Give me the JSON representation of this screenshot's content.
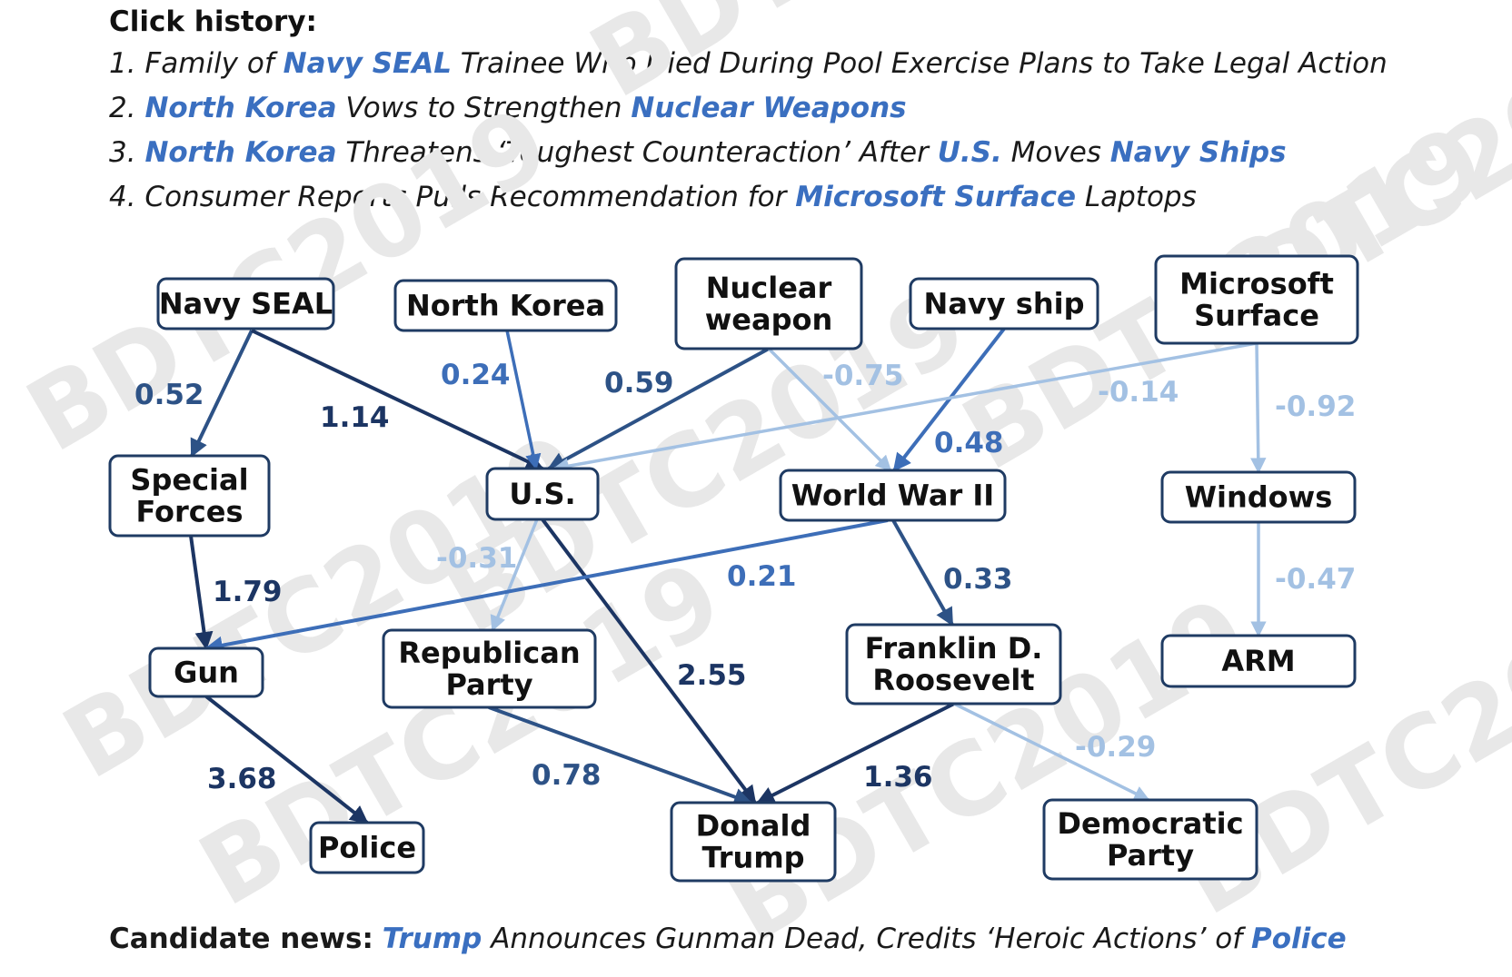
{
  "click_history": {
    "title": "Click history:",
    "items": [
      [
        {
          "t": "1. Family of ",
          "e": false
        },
        {
          "t": "Navy SEAL",
          "e": true
        },
        {
          "t": " Trainee Who Died During Pool Exercise Plans to Take Legal Action",
          "e": false
        }
      ],
      [
        {
          "t": "2. ",
          "e": false
        },
        {
          "t": "North Korea",
          "e": true
        },
        {
          "t": " Vows to Strengthen ",
          "e": false
        },
        {
          "t": "Nuclear Weapons",
          "e": true
        }
      ],
      [
        {
          "t": "3. ",
          "e": false
        },
        {
          "t": "North Korea",
          "e": true
        },
        {
          "t": " Threatens ‘Toughest Counteraction’ After ",
          "e": false
        },
        {
          "t": "U.S.",
          "e": true
        },
        {
          "t": " Moves ",
          "e": false
        },
        {
          "t": "Navy Ships",
          "e": true
        }
      ],
      [
        {
          "t": "4. Consumer Reports Pulls Recommendation for ",
          "e": false
        },
        {
          "t": "Microsoft Surface",
          "e": true
        },
        {
          "t": " Laptops",
          "e": false
        }
      ]
    ]
  },
  "candidate_news": {
    "label": "Candidate news:",
    "parts": [
      {
        "t": " ",
        "e": false
      },
      {
        "t": "Trump",
        "e": true
      },
      {
        "t": " Announces Gunman Dead, Credits ‘Heroic Actions’ of ",
        "e": false
      },
      {
        "t": "Police",
        "e": true
      }
    ]
  },
  "graph": {
    "nodes": [
      {
        "id": "navy-seal",
        "lines": [
          "Navy SEAL"
        ]
      },
      {
        "id": "north-korea",
        "lines": [
          "North Korea"
        ]
      },
      {
        "id": "nuclear-weapon",
        "lines": [
          "Nuclear",
          "weapon"
        ]
      },
      {
        "id": "navy-ship",
        "lines": [
          "Navy ship"
        ]
      },
      {
        "id": "microsoft-surface",
        "lines": [
          "Microsoft",
          "Surface"
        ]
      },
      {
        "id": "special-forces",
        "lines": [
          "Special",
          "Forces"
        ]
      },
      {
        "id": "us",
        "lines": [
          "U.S."
        ]
      },
      {
        "id": "world-war-ii",
        "lines": [
          "World War II"
        ]
      },
      {
        "id": "windows",
        "lines": [
          "Windows"
        ]
      },
      {
        "id": "gun",
        "lines": [
          "Gun"
        ]
      },
      {
        "id": "republican-party",
        "lines": [
          "Republican",
          "Party"
        ]
      },
      {
        "id": "franklin-roosevelt",
        "lines": [
          "Franklin D.",
          "Roosevelt"
        ]
      },
      {
        "id": "arm",
        "lines": [
          "ARM"
        ]
      },
      {
        "id": "police",
        "lines": [
          "Police"
        ]
      },
      {
        "id": "donald-trump",
        "lines": [
          "Donald",
          "Trump"
        ]
      },
      {
        "id": "democratic-party",
        "lines": [
          "Democratic",
          "Party"
        ]
      }
    ],
    "edges": [
      {
        "from": "navy-seal",
        "to": "special-forces",
        "weight": "0.52"
      },
      {
        "from": "navy-seal",
        "to": "us",
        "weight": "1.14"
      },
      {
        "from": "north-korea",
        "to": "us",
        "weight": "0.24"
      },
      {
        "from": "nuclear-weapon",
        "to": "us",
        "weight": "0.59"
      },
      {
        "from": "nuclear-weapon",
        "to": "world-war-ii",
        "weight": "-0.75"
      },
      {
        "from": "navy-ship",
        "to": "world-war-ii",
        "weight": "0.48"
      },
      {
        "from": "microsoft-surface",
        "to": "us",
        "weight": "-0.14"
      },
      {
        "from": "microsoft-surface",
        "to": "windows",
        "weight": "-0.92"
      },
      {
        "from": "special-forces",
        "to": "gun",
        "weight": "1.79"
      },
      {
        "from": "us",
        "to": "republican-party",
        "weight": "-0.31"
      },
      {
        "from": "us",
        "to": "donald-trump",
        "weight": "2.55"
      },
      {
        "from": "world-war-ii",
        "to": "gun",
        "weight": "0.21"
      },
      {
        "from": "world-war-ii",
        "to": "franklin-roosevelt",
        "weight": "0.33"
      },
      {
        "from": "windows",
        "to": "arm",
        "weight": "-0.47"
      },
      {
        "from": "gun",
        "to": "police",
        "weight": "3.68"
      },
      {
        "from": "republican-party",
        "to": "donald-trump",
        "weight": "0.78"
      },
      {
        "from": "franklin-roosevelt",
        "to": "donald-trump",
        "weight": "1.36"
      },
      {
        "from": "franklin-roosevelt",
        "to": "democratic-party",
        "weight": "-0.29"
      }
    ]
  },
  "watermark": "BDTC2019",
  "colors": {
    "entity": "#3a6fc0",
    "node_border": "#1f3b63"
  }
}
